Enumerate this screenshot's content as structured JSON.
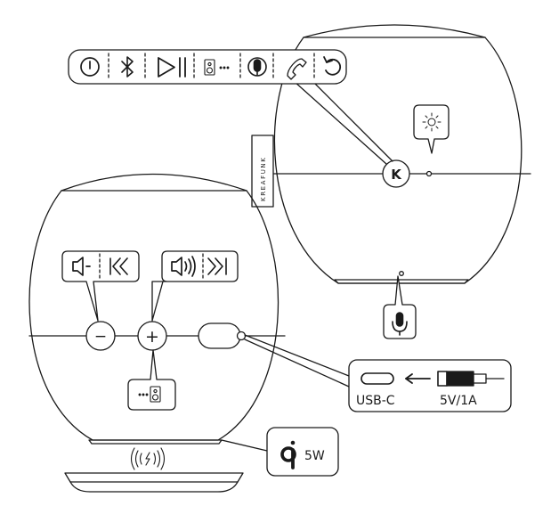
{
  "brand": {
    "name": "KREAFUNK",
    "logo_letter": "K"
  },
  "controls_strip": {
    "icons": [
      "power-icon",
      "bluetooth-icon",
      "play-pause-icon",
      "speaker-link-icon",
      "microphone-icon",
      "phone-icon",
      "reset-icon"
    ]
  },
  "rear_panel": {
    "usb_label": "USB-C",
    "power_label": "5V/1A",
    "icons": [
      "usb-c-port-icon",
      "arrow-left-icon",
      "usb-c-cable-icon"
    ]
  },
  "left_button_group": {
    "icons": [
      "volume-down-icon",
      "previous-track-icon"
    ]
  },
  "right_button_group": {
    "icons": [
      "volume-up-icon",
      "next-track-icon"
    ]
  },
  "front_buttons": {
    "minus": "−",
    "plus": "+"
  },
  "pair_indicator": {
    "icons": [
      "speaker-link-icon"
    ]
  },
  "light_callout": {
    "icons": [
      "light-indicator-icon"
    ]
  },
  "mic_callout": {
    "icons": [
      "microphone-icon"
    ]
  },
  "charging": {
    "standard_label": "qi",
    "power_label": "5W",
    "icons": [
      "qi-logo",
      "wireless-charging-icon"
    ]
  },
  "colors": {
    "line": "#1a1a1a",
    "background": "#ffffff"
  }
}
